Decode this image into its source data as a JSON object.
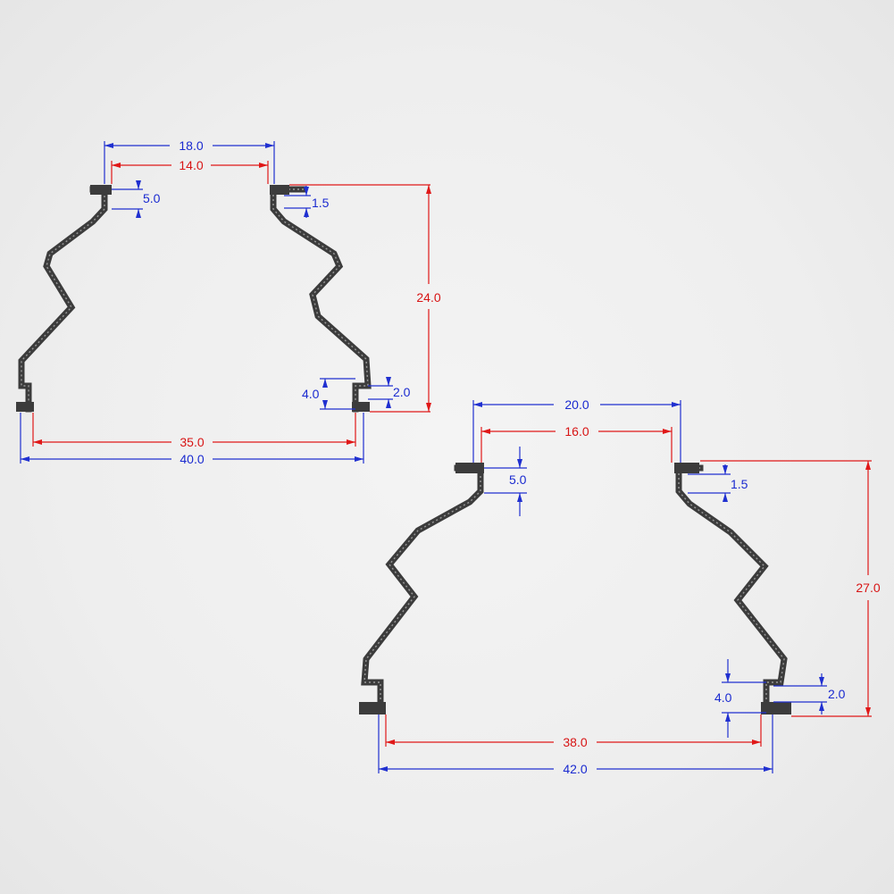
{
  "small_boot": {
    "top_outer": "18.0",
    "top_inner": "14.0",
    "flange_depth_left": "5.0",
    "flange_gap_right": "1.5",
    "height": "24.0",
    "bottom_lip": "4.0",
    "bottom_gap": "2.0",
    "bottom_inner": "35.0",
    "bottom_outer": "40.0"
  },
  "large_boot": {
    "top_outer": "20.0",
    "top_inner": "16.0",
    "flange_depth_left": "5.0",
    "flange_gap_right": "1.5",
    "height": "27.0",
    "bottom_lip": "4.0",
    "bottom_gap": "2.0",
    "bottom_inner": "38.0",
    "bottom_outer": "42.0"
  },
  "colors": {
    "outer_dim": "#2030d0",
    "inner_dim": "#e01818",
    "boot": "#3c3c3c"
  }
}
